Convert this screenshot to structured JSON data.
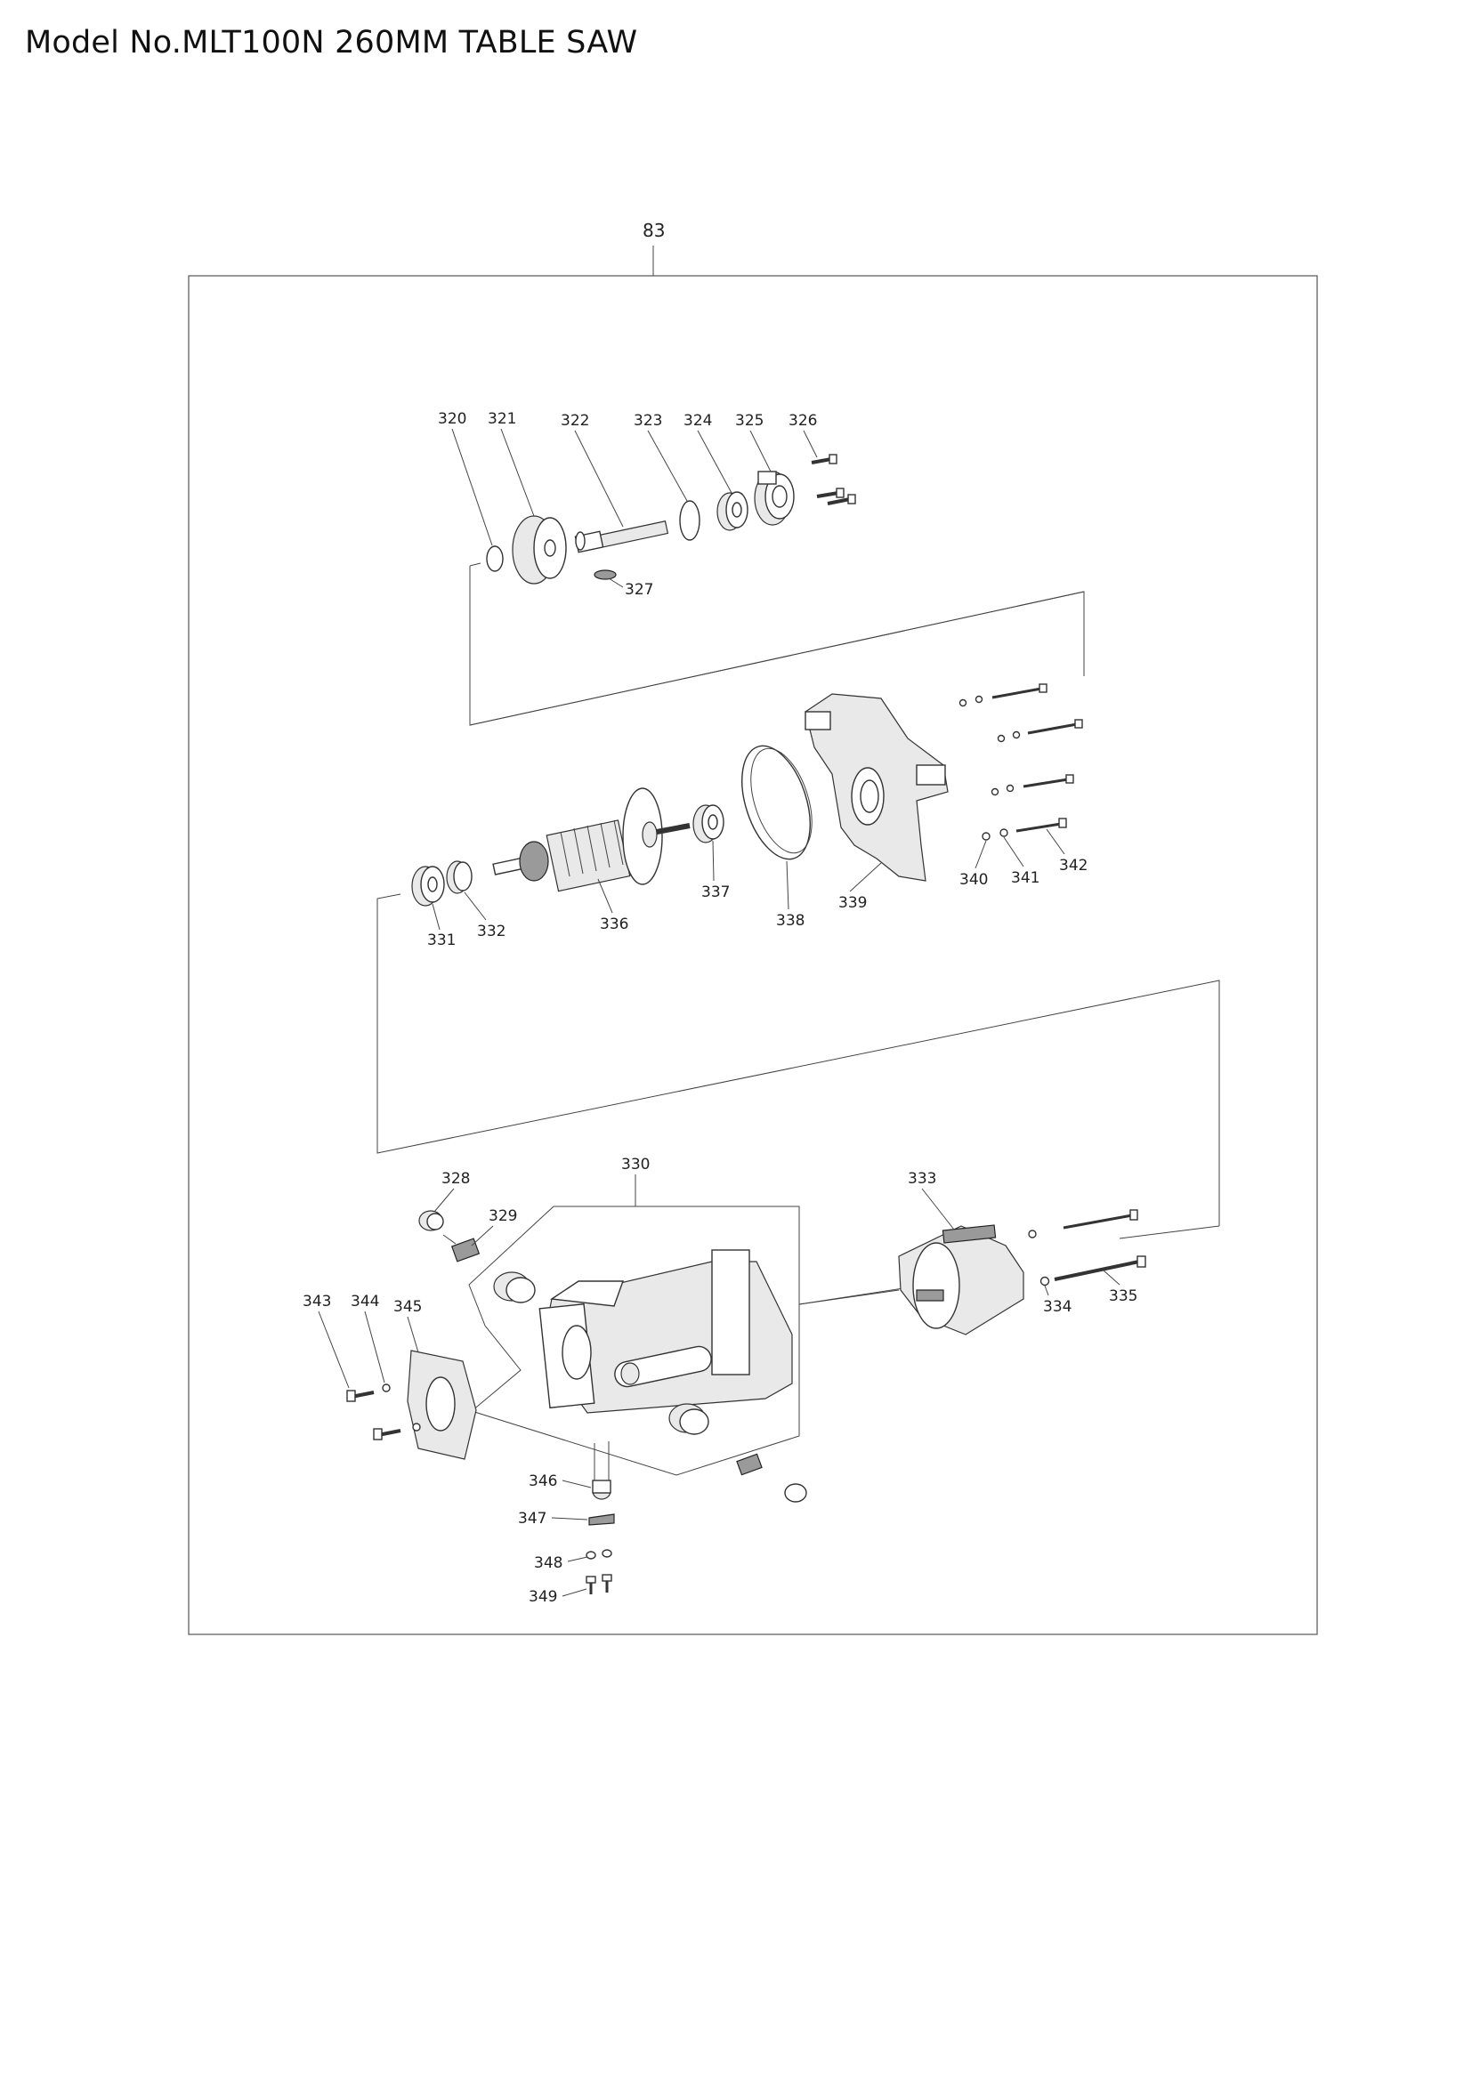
{
  "header": {
    "title": "Model No.MLT100N 260MM TABLE SAW"
  },
  "diagram": {
    "group_number": "83",
    "parts": {
      "p320": "320",
      "p321": "321",
      "p322": "322",
      "p323": "323",
      "p324": "324",
      "p325": "325",
      "p326": "326",
      "p327": "327",
      "p328": "328",
      "p329": "329",
      "p330": "330",
      "p331": "331",
      "p332": "332",
      "p333": "333",
      "p334": "334",
      "p335": "335",
      "p336": "336",
      "p337": "337",
      "p338": "338",
      "p339": "339",
      "p340": "340",
      "p341": "341",
      "p342": "342",
      "p343": "343",
      "p344": "344",
      "p345": "345",
      "p346": "346",
      "p347": "347",
      "p348": "348",
      "p349": "349"
    }
  }
}
